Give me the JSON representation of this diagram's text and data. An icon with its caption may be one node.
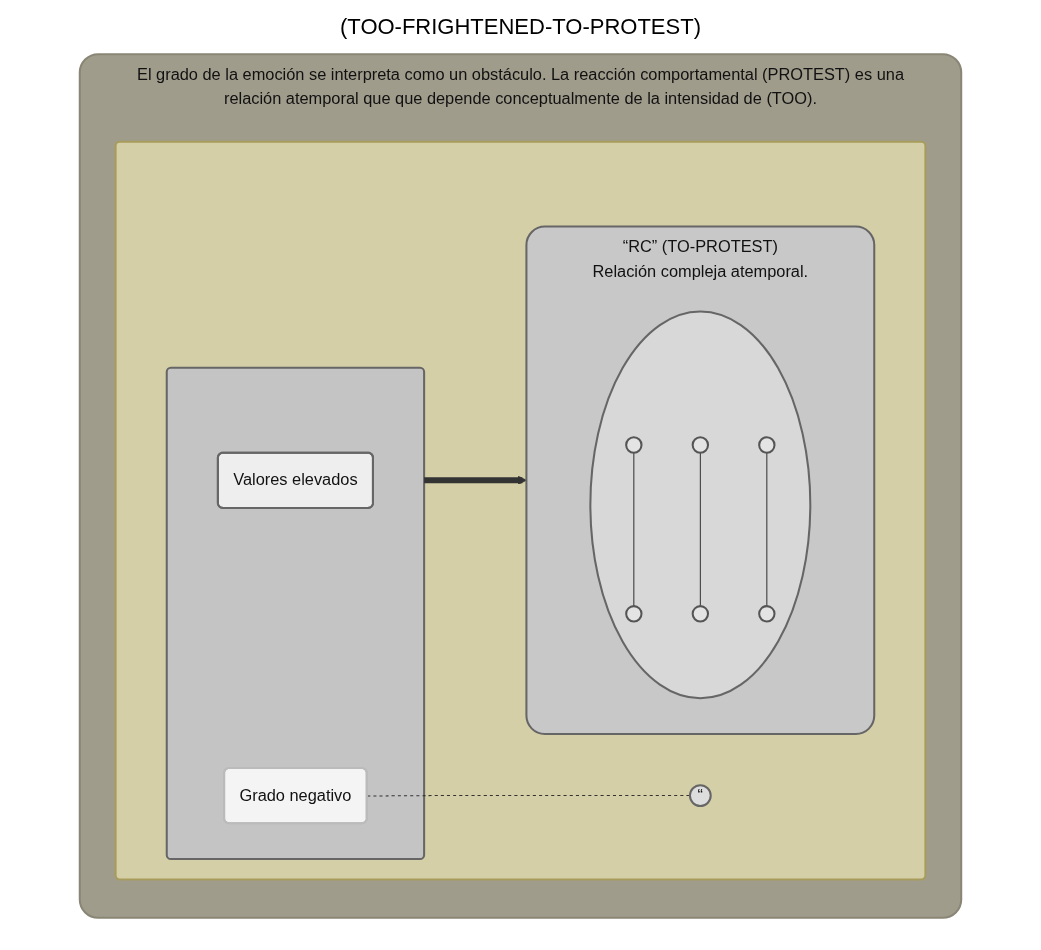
{
  "diagram": {
    "title": "(TOO-FRIGHTENED-TO-PROTEST)",
    "nodes": [
      {
        "text": [
          "El grado de la emoción se interpreta como un obstáculo. La reacción comportamental (PROTEST) es una relación atemporal que que depende conceptualmente de la intensidad de (TOO)."
        ]
      },
      {
        "text": [],
        "shape": "box",
        "in": 0
      },
      {
        "text": [],
        "shape": "box",
        "in": 1
      },
      {
        "text": [
          "Valores elevados"
        ],
        "in": 2
      },
      {
        "text": [
          "Grado negativo"
        ],
        "in": 2
      },
      {
        "text": [
          "“"
        ],
        "in": 1
      },
      {
        "text": [
          "“RC” (TO-PROTEST)",
          "Relación compleja atemporal."
        ],
        "in": 1
      },
      {
        "text": [],
        "shape": "circle",
        "in": 6
      },
      {
        "text": [],
        "shape": "circle",
        "in": 7
      },
      {
        "text": [],
        "shape": "circle",
        "in": 7
      },
      {
        "text": [],
        "shape": "circle",
        "in": 7
      },
      {
        "text": [],
        "shape": "circle",
        "in": 7
      },
      {
        "text": [],
        "shape": "circle",
        "in": 7
      },
      {
        "text": [],
        "shape": "circle",
        "in": 7
      }
    ],
    "edges": [
      {
        "from": 4,
        "to": 5,
        "arrow": "none",
        "style": "dashed"
      },
      {
        "from": 2,
        "to": 6,
        "arrow": "to",
        "style": "thick"
      },
      {
        "from": 8,
        "to": 11,
        "arrow": "none"
      },
      {
        "from": 9,
        "to": 12,
        "arrow": "none"
      },
      {
        "from": 10,
        "to": 13,
        "arrow": "none"
      }
    ]
  }
}
